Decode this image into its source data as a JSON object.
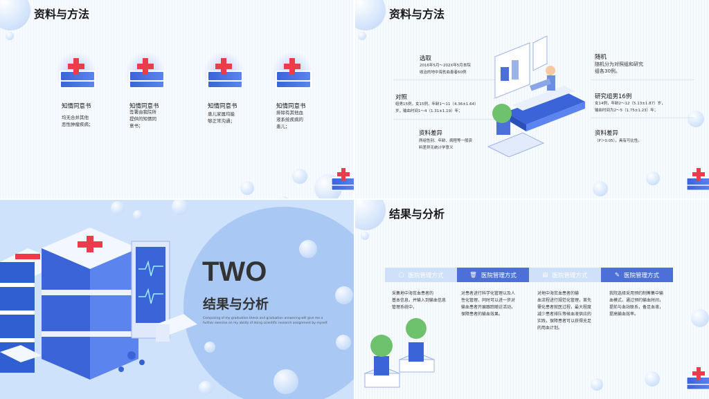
{
  "panel1": {
    "title": "资料与方法",
    "items": [
      {
        "label": "知情同意书",
        "text": "均无合并其他\n恶性肿瘤疾病；"
      },
      {
        "label": "知情同意书",
        "text": "签署由我院所\n提供的知情同\n意书；"
      },
      {
        "label": "知情同意书",
        "text": "患儿家属均能\n够正常沟通；"
      },
      {
        "label": "知情同意书",
        "text": "排除有其他血\n液系统疾病的\n患儿；"
      }
    ]
  },
  "panel2": {
    "title": "资料与方法",
    "blocks": {
      "select_title": "选取",
      "select_text": "2016年5月～202X年5月本院\n收治的地中海贫血患者60例",
      "compare_title": "对照",
      "compare_text": "组男15例，女15例，年龄1～11（4.36±1.64）\n岁，输血时间1～4（1.31±1.19）年；",
      "diff_title": "资料差异",
      "diff_text": "两组性别、年龄、病程等一般资\n料差异无统计学意义",
      "random_title": "随机",
      "random_text": "随机分为对照组和研究\n组各30例。",
      "study_title": "研究组男16例",
      "study_text": "女14例，年龄2～12（5.13±1.87）岁，\n输血时间为2～5（1.75±1.23）年；",
      "diff2_title": "资料差异",
      "diff2_text": "（P＞0.05），具有可比性。"
    }
  },
  "panel3": {
    "big": "TWO",
    "subtitle": "结果与分析",
    "english": "Composing of my graduation thesis and graduation answering will give me a\nfurther exercise on my ability of doing scientific research assignment by myself."
  },
  "panel4": {
    "title": "结果与分析",
    "tabs": [
      "医院管理方式",
      "医院管理方式",
      "医院管理方式",
      "医院管理方式"
    ],
    "texts": [
      "采集地中海贫血患者的\n基本信息，并输入到输血信息\n管理系统中，",
      "对患者进行科学化管理以及人\n性化管理，同时可以进一步对\n输血患者开展跟踪随访活动，\n保障患者的输血效果。",
      "对地中海贫血患者的输\n血流程进行规范化管理，首先\n需化患者就医过程，最大程度\n减少患者排队等候血液供应的\n实践，保障患者可以获得充足\n的用血计划。",
      "我院选择采用预约制筹集中输\n血模式，通过预约输血时间，\n提前与血站联系，备足血液，\n提高输血效率。"
    ]
  },
  "colors": {
    "accent": "#4c6fd8",
    "red": "#ec3b4b",
    "text": "#1b1b1b"
  }
}
